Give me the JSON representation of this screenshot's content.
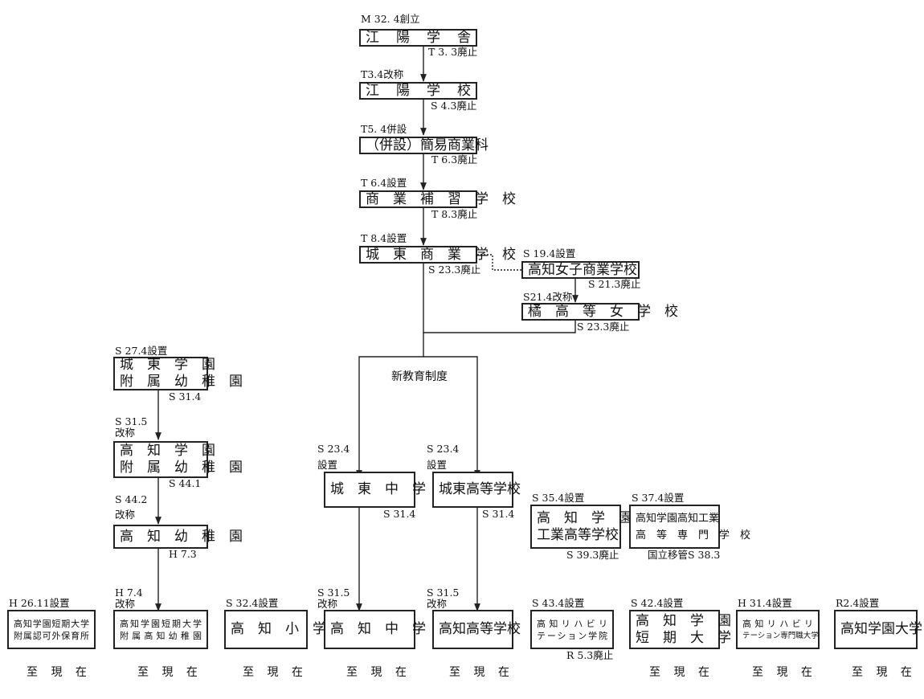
{
  "boxes": {
    "koyo_gakusha": [
      "江　陽　学　舎"
    ],
    "koyo_gakko": [
      "江　陽　学　校"
    ],
    "heisetsu_kan_i": [
      "（併設）簡易商業科"
    ],
    "shogyo_hoshu": [
      "商　業　補　習　学　校"
    ],
    "joto_shogyo": [
      "城　東　商　業　学　校"
    ],
    "kochi_joshi_shogyo": [
      "高知女子商業学校"
    ],
    "tachibana_koto": [
      "橘　高　等　女　学　校"
    ],
    "joto_gakuen_fuzoku_yochien": [
      "城　東　学　園",
      "附　属　幼　稚　園"
    ],
    "kochi_gakuen_fuzoku_yochien": [
      "高　知　学　園",
      "附　属　幼　稚　園"
    ],
    "kochi_yochien": [
      "高　知　幼　稚　園"
    ],
    "joto_chugakko": [
      "城　東　中　学　校"
    ],
    "joto_koto": [
      "城東高等学校"
    ],
    "kochi_gakuen_kogyo": [
      "高　知　学　園",
      "工業高等学校"
    ],
    "kochi_kosen": [
      "高知学園高知工業",
      "高　等　専　門　学　校"
    ],
    "ninka_hoikusho": [
      "高知学園短期大学",
      "附属認可外保育所"
    ],
    "tandai_fuzoku_yochien": [
      "高知学園短期大学",
      "附属高知幼稚園"
    ],
    "kochi_shogakko": [
      "高　知　小　学　校"
    ],
    "kochi_chugakko": [
      "高　知　中　学　校"
    ],
    "kochi_koto": [
      "高知高等学校"
    ],
    "kochi_rehab_gakuin": [
      "高知リハビリ",
      "テーション学院"
    ],
    "kochi_gakuen_tandai": [
      "高　知　学　園",
      "短　期　大　学"
    ],
    "kochi_rehab_senmonshoku": [
      "高知リハビリ",
      "テーション専門職大学"
    ],
    "kochi_gakuen_daigaku": [
      "高知学園大学"
    ]
  },
  "labels": {
    "m32_founded": "M 32. 4創立",
    "t3_3_abolished": "T 3. 3廃止",
    "t3_4_renamed": "T3.4改称",
    "s4_3_abolished": "S 4.3廃止",
    "t5_4_heisetsu": "T5. 4併設",
    "t6_3_abolished": "T 6.3廃止",
    "t6_4_established": "T 6.4設置",
    "t8_3_abolished": "T 8.3廃止",
    "t8_4_established": "T 8.4設置",
    "s23_3_abolished_joto": "S 23.3廃止",
    "s19_4_established": "S 19.4設置",
    "s21_3_abolished": "S 21.3廃止",
    "s21_4_renamed": "S21.4改称",
    "s23_3_abolished_tachibana": "S 23.3廃止",
    "shin_kyoiku_seido": "新教育制度",
    "s27_4_established": "S 27.4設置",
    "s31_4_yochien": "S 31.4",
    "s31_5_yochien": "S 31.5",
    "kaisho_a": "改称",
    "s44_1": "S 44.1",
    "s44_2": "S 44.2",
    "kaisho_b": "改称",
    "h7_3": "H 7.3",
    "h7_4": "H 7.4",
    "kaisho_c": "改称",
    "s23_4_chu": "S 23.4",
    "setchi_chu": "設置",
    "s23_4_ko": "S 23.4",
    "setchi_ko": "設置",
    "s31_4_chu": "S 31.4",
    "s31_4_ko": "S 31.4",
    "s31_5_chu": "S 31.5",
    "kaisho_chu": "改称",
    "s31_5_ko": "S 31.5",
    "kaisho_ko": "改称",
    "s35_4_established": "S 35.4設置",
    "s39_3_abolished": "S 39.3廃止",
    "s37_4_established": "S 37.4設置",
    "kokuritsu_iko": "国立移管S 38.3",
    "h26_11_established": "H 26.11設置",
    "s32_4_established": "S 32.4設置",
    "s43_4_established": "S 43.4設置",
    "r5_3_abolished": "R 5.3廃止",
    "s42_4_established": "S 42.4設置",
    "h31_4_established": "H 31.4設置",
    "r2_4_established": "R2.4設置"
  },
  "current_text": "至 現 在"
}
